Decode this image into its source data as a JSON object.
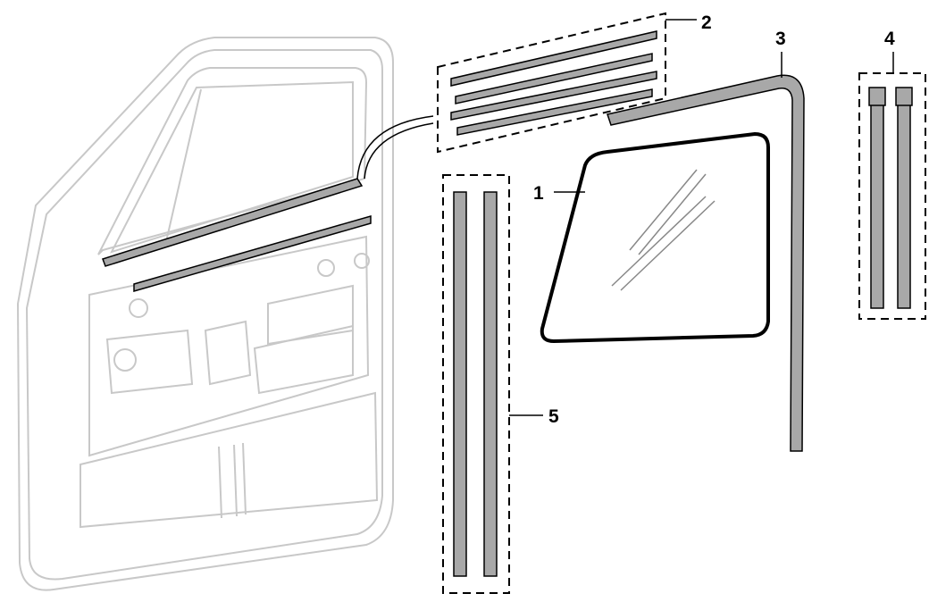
{
  "callouts": [
    {
      "id": "1",
      "part": "glass"
    },
    {
      "id": "2",
      "part": "belt-weatherstrip-set"
    },
    {
      "id": "3",
      "part": "glass-run-channel"
    },
    {
      "id": "4",
      "part": "vent-division-channel"
    },
    {
      "id": "5",
      "part": "door-glass-channel"
    }
  ]
}
